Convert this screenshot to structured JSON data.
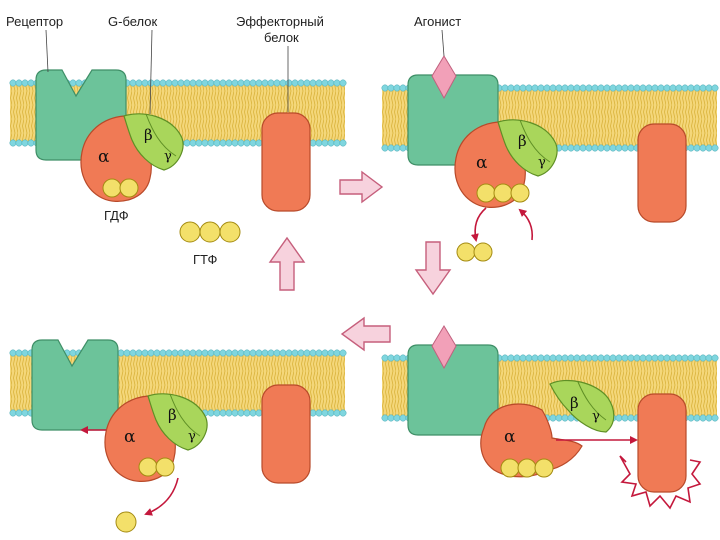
{
  "labels": {
    "receptor": "Рецептор",
    "g_protein": "G-белок",
    "effector_line1": "Эффекторный",
    "effector_line2": "белок",
    "agonist": "Агонист",
    "gdp": "ГДФ",
    "gtp": "ГТФ"
  },
  "subunits": {
    "alpha": "α",
    "beta": "β",
    "gamma": "γ"
  },
  "colors": {
    "receptor": "#6cc39a",
    "receptor_stroke": "#3f8f67",
    "alpha": "#f07a55",
    "alpha_stroke": "#b84a2a",
    "beta_gamma": "#a9d65b",
    "beta_gamma_stroke": "#5f8f25",
    "effector": "#f07a55",
    "effector_stroke": "#b84a2a",
    "agonist": "#f2a0b8",
    "agonist_stroke": "#c0607e",
    "membrane_tail": "#f4d77a",
    "membrane_head": "#7fd6df",
    "nucleotide": "#f3e06a",
    "nucleotide_stroke": "#a48b12",
    "flow_arrow": "#f7d2dd",
    "flow_arrow_stroke": "#c65f7c",
    "red_arrow": "#c4183c",
    "activation_star": "#c4183c"
  }
}
